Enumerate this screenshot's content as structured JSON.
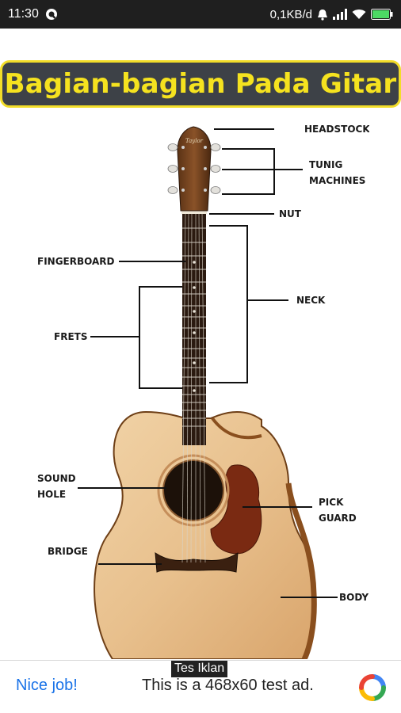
{
  "status_bar": {
    "time": "11:30",
    "network_speed": "0,1KB/d",
    "icons": [
      "q-app-icon",
      "alarm-icon",
      "signal-icon",
      "wifi-icon",
      "battery-icon"
    ]
  },
  "header": {
    "title": "Bagian-bagian Pada Gitar"
  },
  "diagram": {
    "labels": {
      "headstock": "HEADSTOCK",
      "tuning_1": "TUNIG",
      "tuning_2": "MACHINES",
      "nut": "NUT",
      "fingerboard": "FINGERBOARD",
      "neck": "NECK",
      "frets": "FRETS",
      "sound_1": "SOUND",
      "sound_2": "HOLE",
      "pick_1": "PICK",
      "pick_2": "GUARD",
      "bridge": "BRIDGE",
      "body": "BODY"
    }
  },
  "ad": {
    "badge": "Tes Iklan",
    "cta": "Nice job!",
    "text": "This is a 468x60 test ad."
  },
  "colors": {
    "title_bg": "#3d4147",
    "title_text": "#f5e21f",
    "title_border": "#f2dd29",
    "ad_cta": "#1a73e8",
    "status_bg": "#1f1f1f"
  }
}
